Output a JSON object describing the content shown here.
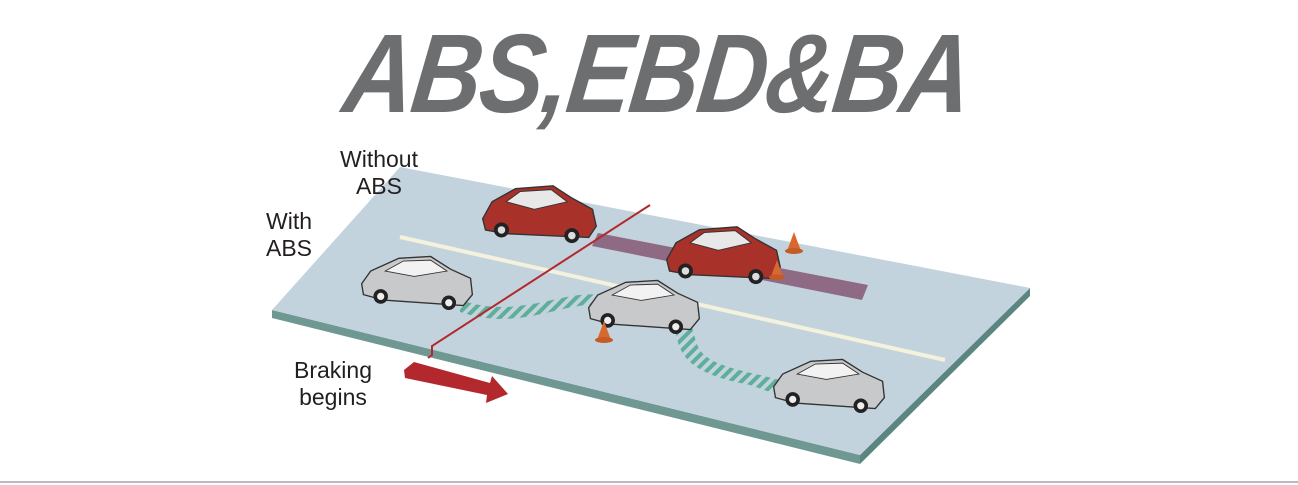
{
  "title": "ABS,EBD&BA",
  "labels": {
    "without_abs": [
      "Without",
      "ABS"
    ],
    "with_abs": [
      "With",
      "ABS"
    ],
    "braking_begins": [
      "Braking",
      "begins"
    ]
  },
  "colors": {
    "title": "#6d6e70",
    "road": "#c3d3de",
    "road_edge": "#6f9893",
    "red_car": "#a8322a",
    "silver_car": "#c8c9cb",
    "skid": "#8e6a84",
    "abs_path": "#5fae9a",
    "brake_line": "#b3282d",
    "cone": "#d8692e"
  }
}
